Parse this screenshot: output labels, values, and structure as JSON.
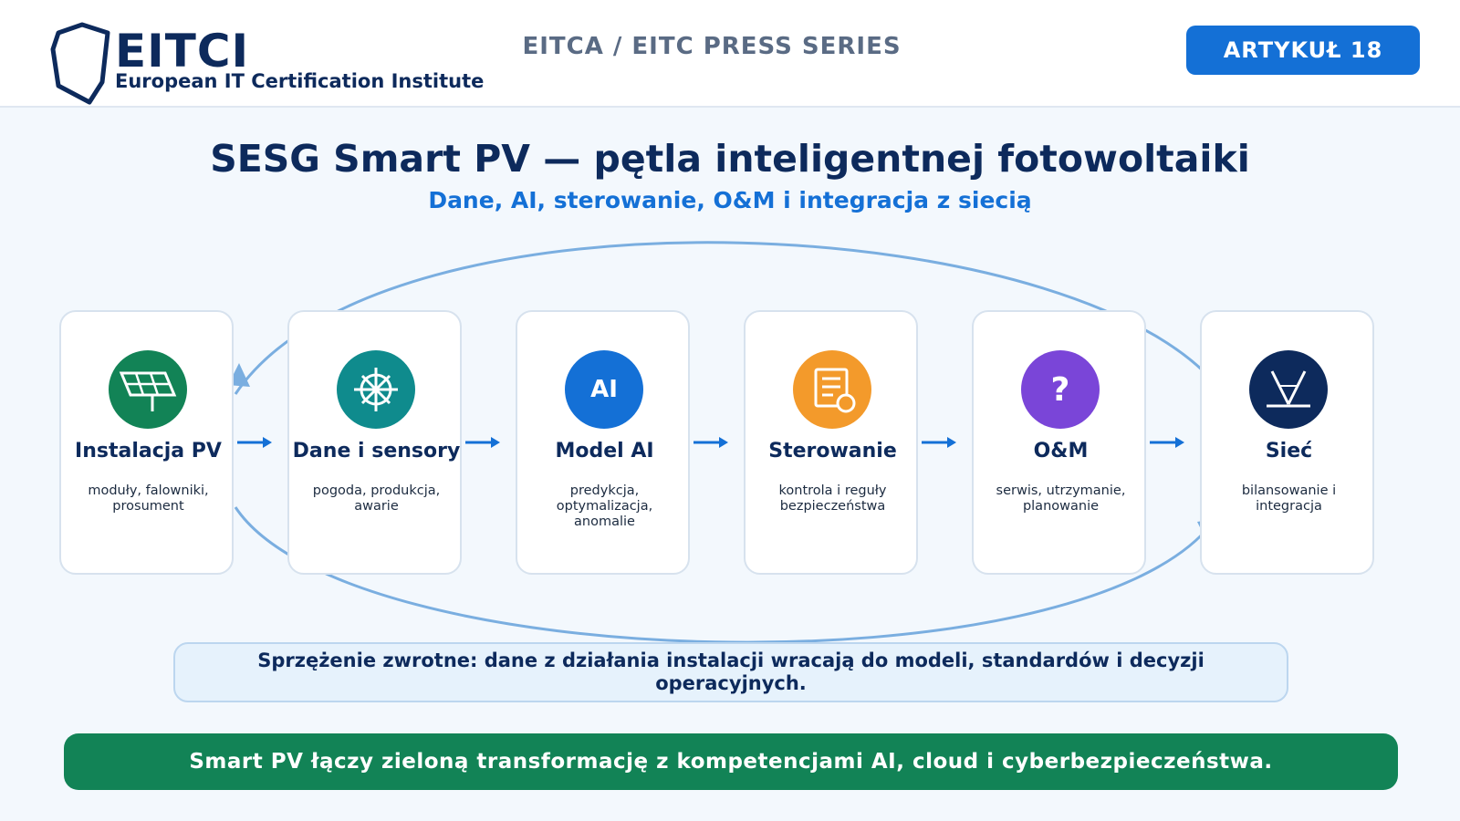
{
  "header": {
    "logo_word": "EITCI",
    "logo_subtitle": "European IT Certification Institute",
    "series": "EITCA / EITC PRESS SERIES",
    "badge": "ARTYKUŁ 18"
  },
  "title": "SESG Smart PV — pętla inteligentnej fotowoltaiki",
  "subtitle": "Dane, AI, sterowanie, O&M i integracja z siecią",
  "steps": [
    {
      "title": "Instalacja PV",
      "desc": "moduły, falowniki, prosument",
      "icon": "solar-panel-icon",
      "color": "#128356"
    },
    {
      "title": "Dane i sensory",
      "desc": "pogoda, produkcja, awarie",
      "icon": "sensor-wheel-icon",
      "color": "#0f8b8d"
    },
    {
      "title": "Model AI",
      "desc": "predykcja, optymalizacja, anomalie",
      "icon": "ai-icon",
      "icon_text": "AI",
      "color": "#1470d6"
    },
    {
      "title": "Sterowanie",
      "desc": "kontrola i reguły bezpieczeństwa",
      "icon": "document-control-icon",
      "color": "#f39a2b"
    },
    {
      "title": "O&M",
      "desc": "serwis, utrzymanie, planowanie",
      "icon": "question-icon",
      "icon_text": "?",
      "color": "#7a45d8"
    },
    {
      "title": "Sieć",
      "desc": "bilansowanie i integracja",
      "icon": "grid-tower-icon",
      "color": "#0d2a5c"
    }
  ],
  "feedback": "Sprzężenie zwrotne: dane z działania instalacji wracają do modeli, standardów i decyzji operacyjnych.",
  "footer": "Smart PV łączy zieloną transformację z kompetencjami AI, cloud i cyberbezpieczeństwa.",
  "colors": {
    "navy": "#0d2a5c",
    "accent_blue": "#1470d6",
    "green": "#128356",
    "loop_blue": "#7aaee0"
  }
}
